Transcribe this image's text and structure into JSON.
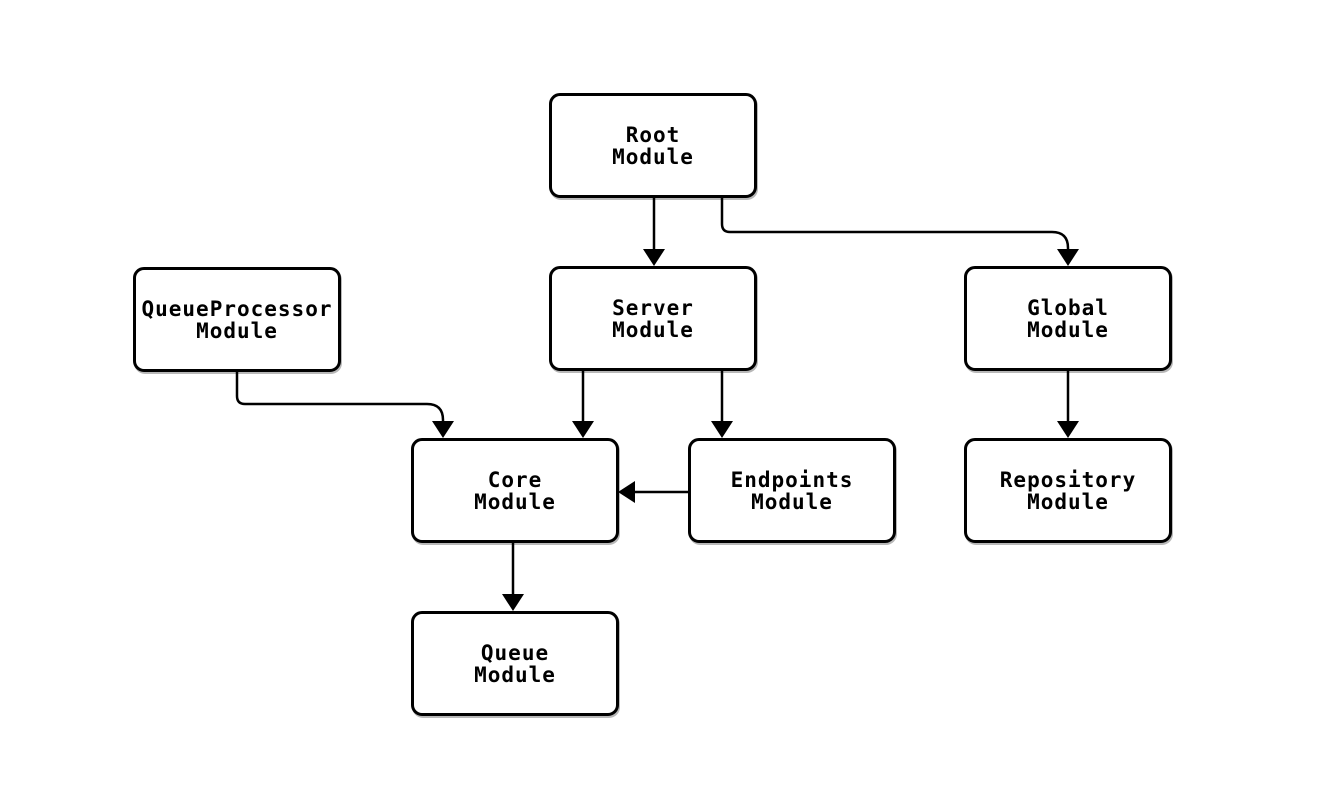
{
  "diagram": {
    "kind": "module-dependency-diagram",
    "background_color": "#ffffff",
    "node_fill_color": "#ffffff",
    "node_border_color": "#000000",
    "text_color": "#000000",
    "edge_color": "#000000",
    "nodes": [
      {
        "id": "root-module",
        "line1": "Root",
        "line2": "Module"
      },
      {
        "id": "queueprocessor-module",
        "line1": "QueueProcessor",
        "line2": "Module"
      },
      {
        "id": "server-module",
        "line1": "Server",
        "line2": "Module"
      },
      {
        "id": "global-module",
        "line1": "Global",
        "line2": "Module"
      },
      {
        "id": "core-module",
        "line1": "Core",
        "line2": "Module"
      },
      {
        "id": "endpoints-module",
        "line1": "Endpoints",
        "line2": "Module"
      },
      {
        "id": "repository-module",
        "line1": "Repository",
        "line2": "Module"
      },
      {
        "id": "queue-module",
        "line1": "Queue",
        "line2": "Module"
      }
    ],
    "edges": [
      {
        "from": "Root Module",
        "to": "Server Module"
      },
      {
        "from": "Root Module",
        "to": "Global Module"
      },
      {
        "from": "QueueProcessor Module",
        "to": "Core Module"
      },
      {
        "from": "Server Module",
        "to": "Core Module"
      },
      {
        "from": "Server Module",
        "to": "Endpoints Module"
      },
      {
        "from": "Endpoints Module",
        "to": "Core Module"
      },
      {
        "from": "Global Module",
        "to": "Repository Module"
      },
      {
        "from": "Core Module",
        "to": "Queue Module"
      }
    ]
  }
}
